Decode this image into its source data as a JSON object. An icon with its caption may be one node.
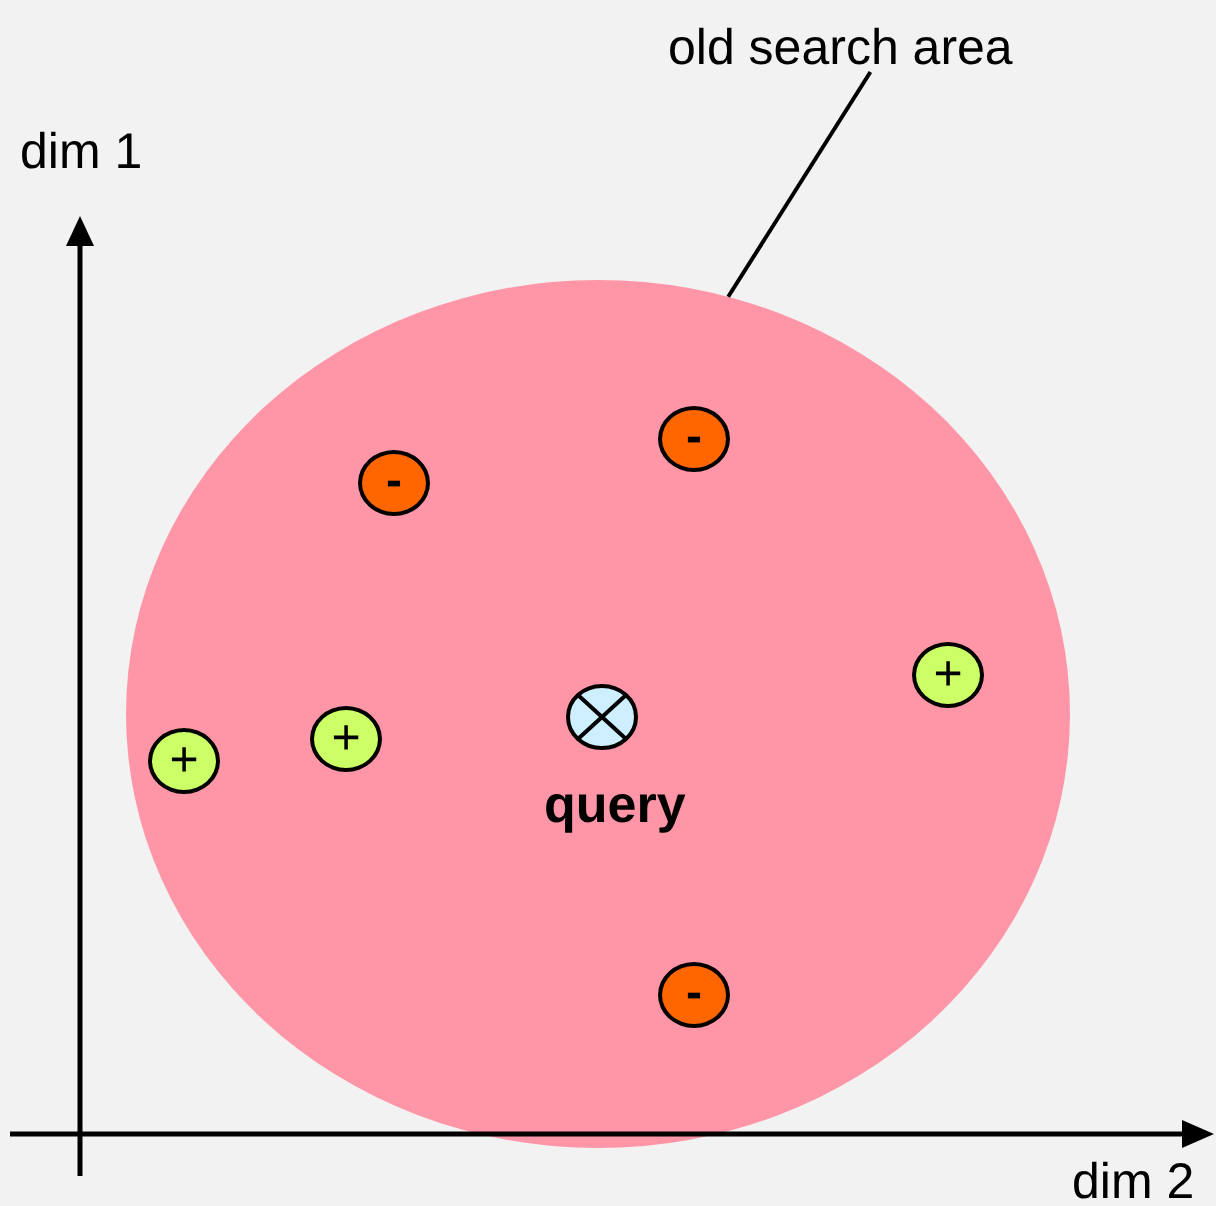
{
  "diagram": {
    "nodes": [
      {
        "text": [
          "old search area"
        ]
      },
      {
        "text": [],
        "shape": "ellipse"
      },
      {
        "text": [
          "-"
        ],
        "in": 1
      },
      {
        "text": [
          "-"
        ],
        "in": 1
      },
      {
        "text": [
          "+"
        ],
        "in": 1
      },
      {
        "text": [],
        "shape": "circle",
        "in": 1,
        "beside": [
          "query"
        ]
      },
      {
        "text": [
          "+"
        ],
        "in": 1
      },
      {
        "text": [
          "+"
        ],
        "in": 1
      },
      {
        "text": [
          "-"
        ],
        "in": 1
      }
    ],
    "edges": [
      {
        "from": 0,
        "to": 1,
        "arrow": "none"
      }
    ],
    "labels": [
      "dim 1",
      "dim 2"
    ]
  }
}
